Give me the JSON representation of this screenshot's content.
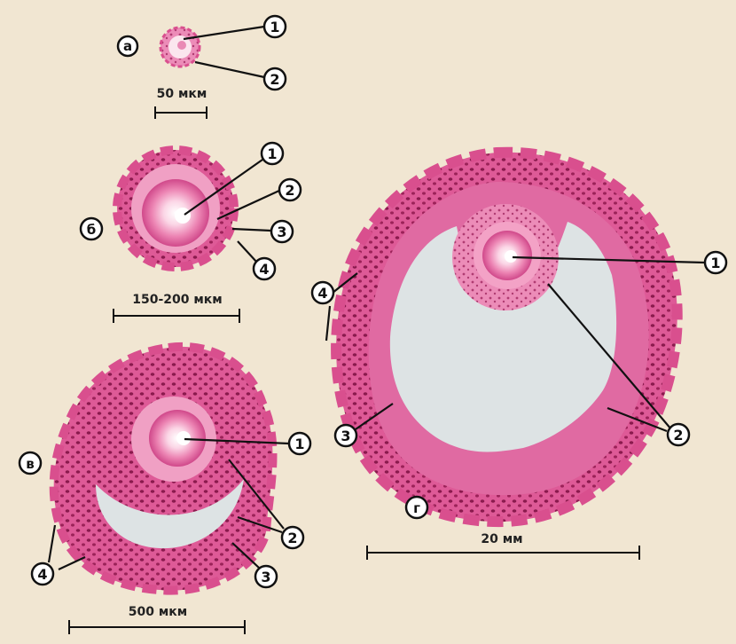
{
  "stages": {
    "a": {
      "letter": "а",
      "scale": "50 мкм"
    },
    "b": {
      "letter": "б",
      "scale": "150-200 мкм"
    },
    "v": {
      "letter": "в",
      "scale": "500 мкм"
    },
    "g": {
      "letter": "г",
      "scale": "20 мм"
    }
  },
  "callout_numbers": [
    "1",
    "2",
    "3",
    "4"
  ],
  "colors": {
    "background": "#f1e6d2",
    "follicle_cells": "#d94f8e",
    "follicle_light": "#f3a2c6",
    "cell_nuclei": "#8a1a4d",
    "antrum_fluid": "#dde3e4",
    "oocyte": "#ee8fb8",
    "nucleus": "#ffffff",
    "lines": "#111111"
  }
}
